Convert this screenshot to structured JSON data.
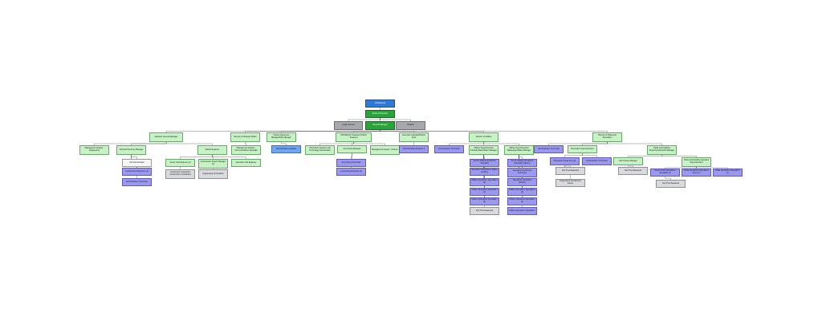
{
  "nodes": [
    {
      "id": "constituents",
      "label": "Constituents",
      "color": "blue"
    },
    {
      "id": "board",
      "label": "Board of Directors",
      "color": "dgreen"
    },
    {
      "id": "legal",
      "label": "Legal Counsel",
      "color": "gray"
    },
    {
      "id": "gm",
      "label": "General Manager",
      "color": "dgreen"
    },
    {
      "id": "auditors",
      "label": "Auditors",
      "color": "gray"
    },
    {
      "id": "agm",
      "label": "Assistant General Manager",
      "color": "green"
    },
    {
      "id": "sra",
      "label": "Director of Strategic Affairs",
      "color": "green"
    },
    {
      "id": "hr",
      "label": "Human Resources Manager/Risk Manager",
      "color": "green"
    },
    {
      "id": "cfo",
      "label": "CFO/District Treasurer/ District Treasurer",
      "color": "green"
    },
    {
      "id": "exec_asst",
      "label": "Executive Assistant/District Clerk",
      "color": "green"
    },
    {
      "id": "dir_utilities",
      "label": "Director of Utilities",
      "color": "green"
    },
    {
      "id": "dir_parks",
      "label": "Director of Parks and Recreation",
      "color": "green"
    },
    {
      "id": "mae",
      "label": "Management Analyst - Engineering",
      "color": "green"
    },
    {
      "id": "tsm",
      "label": "Technical Services Manager",
      "color": "green"
    },
    {
      "id": "de",
      "label": "District Engineer",
      "color": "green"
    },
    {
      "id": "gis",
      "label": "GIS Administrator",
      "color": "white"
    },
    {
      "id": "ci2",
      "label": "Construction Inspectors (2)",
      "color": "purple"
    },
    {
      "id": "at_tsm",
      "label": "Administrative Technician",
      "color": "purple"
    },
    {
      "id": "scie",
      "label": "Senior Civil Engineer (2)",
      "color": "green"
    },
    {
      "id": "cpm",
      "label": "Construction Project Manager (2)",
      "color": "green"
    },
    {
      "id": "cic",
      "label": "Construction Inspection Construction Consultants",
      "color": "lgray"
    },
    {
      "id": "ec",
      "label": "Engineering Consultants",
      "color": "lgray"
    },
    {
      "id": "ace",
      "label": "Associate Civil Engineer",
      "color": "green"
    },
    {
      "id": "maco",
      "label": "Management Analyst - Communications Specialist",
      "color": "green"
    },
    {
      "id": "admin_asst_hr",
      "label": "Administrative Assistant",
      "color": "lblue"
    },
    {
      "id": "itsa",
      "label": "Information Systems and Technology Administrator",
      "color": "green"
    },
    {
      "id": "acct_mgr",
      "label": "Accounting Manager",
      "color": "green"
    },
    {
      "id": "maf",
      "label": "Management Analyst - Finance",
      "color": "green"
    },
    {
      "id": "acct_tech",
      "label": "Accounting Technician",
      "color": "purple"
    },
    {
      "id": "acct_asst",
      "label": "Accounting Assistants (2)",
      "color": "purple"
    },
    {
      "id": "admin_asst2",
      "label": "Administrative Assistant II",
      "color": "purple"
    },
    {
      "id": "at_util",
      "label": "Administrative Technician",
      "color": "purple"
    },
    {
      "id": "us_ws",
      "label": "Utilities Superintendent Drinking Water/Water Manager",
      "color": "green"
    },
    {
      "id": "us_ww",
      "label": "Utilities Superintendent Wastewater/Water Manager",
      "color": "green"
    },
    {
      "id": "su_ws",
      "label": "Senior Utilities Operations Specialist",
      "color": "purple"
    },
    {
      "id": "ot_ws",
      "label": "Operations Technicians (Water Quality)",
      "color": "purple"
    },
    {
      "id": "uos_ws",
      "label": "Utilities Operations Specialist II (3)",
      "color": "purple"
    },
    {
      "id": "uos1_ws",
      "label": "Utilities Operations Specialist I (1)",
      "color": "purple"
    },
    {
      "id": "uos0_ws",
      "label": "Utilities Operations Specialist I (3)",
      "color": "purple"
    },
    {
      "id": "pt_ws",
      "label": "Part Time/Seasonal",
      "color": "lgray"
    },
    {
      "id": "su_ww",
      "label": "Senior Utilities Operations Specialist (Vacant)",
      "color": "purple"
    },
    {
      "id": "ot_ww",
      "label": "Operations Technician Technician",
      "color": "purple"
    },
    {
      "id": "otv_ww",
      "label": "Operations Technician (Vacant)",
      "color": "purple"
    },
    {
      "id": "uos2_ww",
      "label": "Utilities Operations Specialist II (2)",
      "color": "purple"
    },
    {
      "id": "uos3_ww",
      "label": "Utilities Operations Specialist I (3)",
      "color": "purple"
    },
    {
      "id": "uos4_ww",
      "label": "Utilities Operations Specialist I",
      "color": "purple"
    },
    {
      "id": "at_parks",
      "label": "Administrative Technician",
      "color": "purple"
    },
    {
      "id": "rec_sup",
      "label": "Recreation Superintendent",
      "color": "green"
    },
    {
      "id": "parks_fac",
      "label": "Parks and Facilities Superintendent/Golf Manager",
      "color": "green"
    },
    {
      "id": "rs2",
      "label": "Recreation Supervisor (2)",
      "color": "purple"
    },
    {
      "id": "at_rec",
      "label": "Administrative Technician",
      "color": "purple"
    },
    {
      "id": "pt_rec",
      "label": "Part Time/Seasonal",
      "color": "lgray"
    },
    {
      "id": "ic_rec",
      "label": "Independent Contractors/ Interns",
      "color": "lgray"
    },
    {
      "id": "gcm",
      "label": "Golf Course Manager",
      "color": "green"
    },
    {
      "id": "pt_golf",
      "label": "Part Time/Seasonal",
      "color": "lgray"
    },
    {
      "id": "pfas",
      "label": "Parks and Facilities Assistant Superintendent",
      "color": "green"
    },
    {
      "id": "spos",
      "label": "Senior Parks Operations Specialist (2)",
      "color": "purple"
    },
    {
      "id": "pos1",
      "label": "Parks Operations Specialist I and II (7)",
      "color": "purple"
    },
    {
      "id": "pos2",
      "label": "Parks Operations Specialist I (1)",
      "color": "purple"
    },
    {
      "id": "pt_parks",
      "label": "Part Time/Seasonal",
      "color": "lgray"
    }
  ],
  "colors": {
    "blue": "#2f79d8",
    "dgreen": "#2aa33a",
    "gray": "#a6a8ad",
    "green": "#c6f2c6",
    "lblue": "#6fa6f3",
    "purple": "#9b98f2",
    "lgray": "#d9dadd",
    "white": "#f7f7f7"
  }
}
